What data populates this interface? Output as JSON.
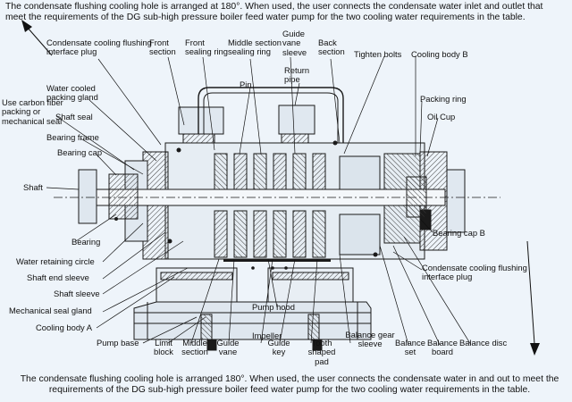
{
  "notes": {
    "top": "The condensate flushing cooling hole is arranged at 180°. When used, the user connects the condensate water inlet and outlet that meet the requirements of the DG sub-high pressure boiler feed water pump for the two cooling water requirements in the table.",
    "bottom": "The condensate flushing cooling hole is arranged 180°. When used, the user connects the condensate water in and out to meet the requirements of the DG sub-high pressure boiler feed water pump for the two cooling water requirements in the table."
  },
  "labels": {
    "condensate_cooling_plug_left": "Condensate cooling flushing interface plug",
    "front_section": "Front section",
    "front_sealing_ring": "Front sealing ring",
    "middle_section_sealing_ring": "Middle section sealing ring",
    "guide_vane_sleeve": "Guide vane sleeve",
    "return_pipe": "Return pipe",
    "back_section": "Back section",
    "tighten_bolts": "Tighten bolts",
    "cooling_body_b": "Cooling body B",
    "water_cooled_packing_gland": "Water cooled packing gland",
    "pin": "Pin",
    "use_carbon_fiber": "Use carbon fiber packing or mechanical seal",
    "shaft_seal": "Shaft seal",
    "packing_ring": "Packing ring",
    "bearing_frame": "Bearing frame",
    "oil_cup": "Oil Cup",
    "bearing_cap": "Bearing cap",
    "shaft": "Shaft",
    "bearing": "Bearing",
    "bearing_cap_b": "Bearing cap B",
    "water_retaining_circle": "Water retaining circle",
    "shaft_end_sleeve": "Shaft end sleeve",
    "condensate_cooling_plug_right": "Condensate cooling flushing interface plug",
    "shaft_sleeve": "Shaft sleeve",
    "pump_hood": "Pump hood",
    "mechanical_seal_gland": "Mechanical seal gland",
    "cooling_body_a": "Cooling body A",
    "pump_base": "Pump base",
    "limit_block": "Limit block",
    "middle_section": "Middle section",
    "guide_vane": "Guide vane",
    "impeller": "Impeller",
    "guide_key": "Guide key",
    "tooth_shaped_pad": "Tooth shaped pad",
    "balance_gear_sleeve": "Balance gear sleeve",
    "balance_set": "Balance set",
    "balance_board": "Balance board",
    "balance_disc": "Balance disc"
  },
  "colors": {
    "background": "#eef4fa",
    "line": "#1a1a1a",
    "hatch": "#3a3a3a"
  }
}
